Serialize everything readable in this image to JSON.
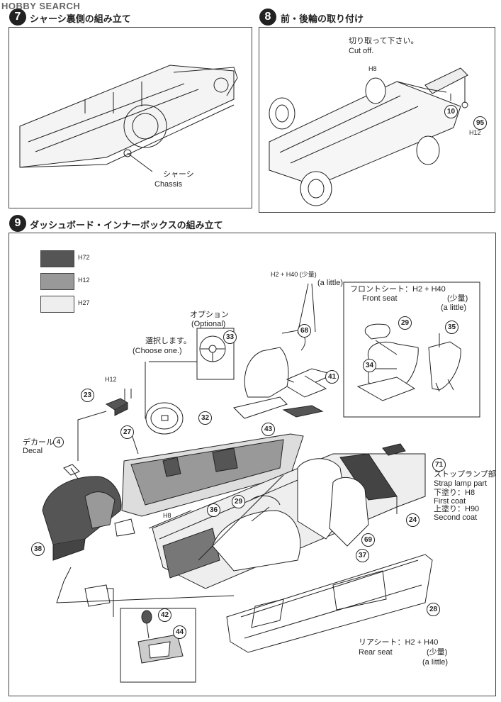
{
  "watermark": "HOBBY SEARCH",
  "step7": {
    "number": "7",
    "title": "シャーシ裏側の組み立て",
    "chassis_jp": "シャーシ",
    "chassis_en": "Chassis"
  },
  "step8": {
    "number": "8",
    "title": "前・後輪の取り付け",
    "cut_jp": "切り取って下さい。",
    "cut_en": "Cut off.",
    "paint": "H8",
    "parts": [
      "10",
      "95"
    ],
    "paint2": "H12"
  },
  "step9": {
    "number": "9",
    "title": "ダッシュボード・インナーボックスの組み立て",
    "legend": [
      {
        "code": "H72",
        "color": "#555555"
      },
      {
        "code": "H12",
        "color": "#999999"
      },
      {
        "code": "H27",
        "color": "#eeeeee"
      }
    ],
    "option_jp": "オプション",
    "option_en": "(Optional)",
    "choose_jp": "選択します。",
    "choose_en": "(Choose one.)",
    "top_paint": "H2 + H40 (少量)",
    "top_paint_en": "(a little)",
    "front_seat_jp": "フロントシート：H2 + H40",
    "front_seat_en": "Front seat",
    "front_little_jp": "(少量)",
    "front_little_en": "(a little)",
    "decal_jp": "デカール",
    "decal_en": "Decal",
    "decal_num": "4",
    "h12_label": "H12",
    "h8_label": "H8",
    "strap_jp": "ストップランプ部",
    "strap_en": "Strap lamp part",
    "first_jp": "下塗り：H8",
    "first_en": "First coat",
    "second_jp": "上塗り：H90",
    "second_en": "Second coat",
    "rear_seat_jp": "リアシート：H2 + H40",
    "rear_seat_en": "Rear seat",
    "rear_little_jp": "(少量)",
    "rear_little_en": "(a little)",
    "parts": [
      "68",
      "41",
      "33",
      "23",
      "32",
      "43",
      "27",
      "29",
      "35",
      "34",
      "71",
      "24",
      "36",
      "29",
      "69",
      "37",
      "38",
      "28",
      "42",
      "44"
    ]
  }
}
